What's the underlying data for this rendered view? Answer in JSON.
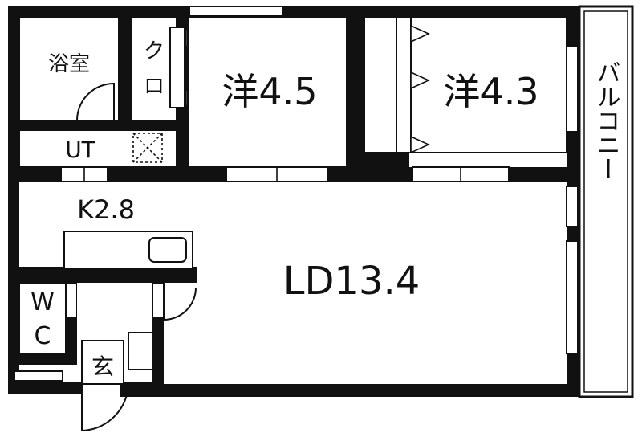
{
  "plan": {
    "rooms": {
      "bath": "浴室",
      "closet_1": "ク",
      "closet_2": "ロ",
      "western_1": "洋4.5",
      "western_2": "洋4.3",
      "utility": "UT",
      "kitchen": "K2.8",
      "living_dining": "LD13.4",
      "wc_1": "W",
      "wc_2": "C",
      "entrance": "玄",
      "balcony": "バルコニー"
    }
  }
}
